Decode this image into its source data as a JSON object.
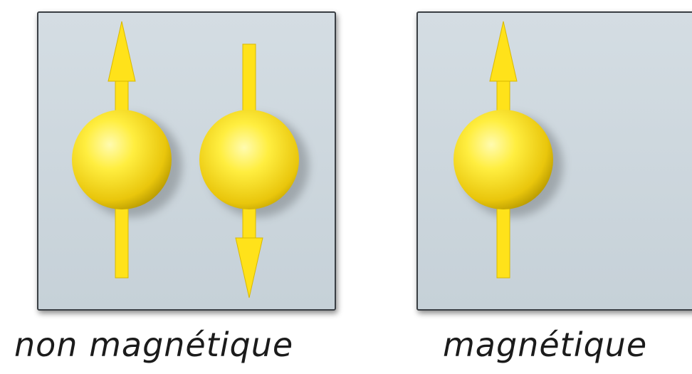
{
  "panels": [
    {
      "caption": "non magnétique",
      "spins": [
        {
          "direction": "up"
        },
        {
          "direction": "down"
        }
      ]
    },
    {
      "caption": "magnétique",
      "spins": [
        {
          "direction": "up"
        }
      ]
    }
  ],
  "colors": {
    "sphere_light": "#fff47a",
    "sphere_mid": "#ffe335",
    "sphere_dark": "#b89a00",
    "arrow": "#ffe21a",
    "arrow_edge": "#d9b800",
    "panel_border": "#3a3f44"
  }
}
